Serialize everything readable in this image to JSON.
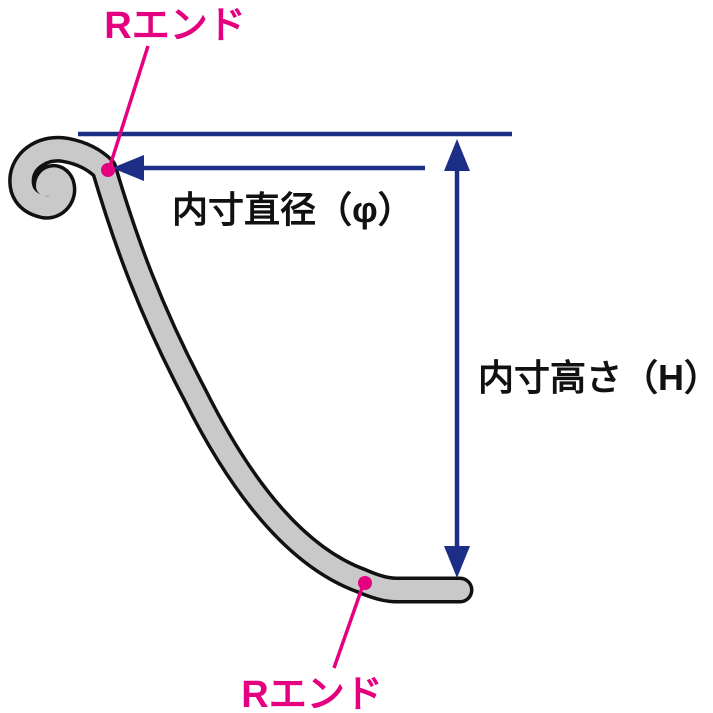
{
  "diagram": {
    "type": "measurement-diagram",
    "subject": "pot-rim-cross-section",
    "labels": {
      "r_end_top": "Rエンド",
      "r_end_bottom": "Rエンド",
      "inner_diameter": "内寸直径（φ）",
      "inner_height": "内寸高さ（H）"
    }
  },
  "colors": {
    "pink": "#e4007f",
    "blue": "#1d2e87",
    "gray": "#c9c9c9",
    "outline": "#111111"
  }
}
